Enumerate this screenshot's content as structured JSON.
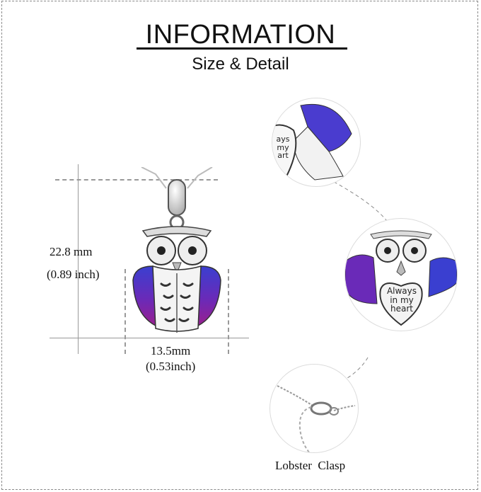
{
  "header": {
    "title": "INFORMATION",
    "subtitle": "Size & Detail"
  },
  "dimensions": {
    "height_mm": "22.8 mm",
    "height_inch": "(0.89 inch)",
    "width_mm": "13.5mm",
    "width_inch": "(0.53inch)"
  },
  "details": {
    "engraving_lines": [
      "Always",
      "in my",
      "heart"
    ],
    "engraving_partial_lines": [
      "ays",
      "my",
      "art"
    ],
    "clasp_label": "Lobster  Clasp"
  },
  "colors": {
    "enamel_blue": "#3a3fc8",
    "enamel_purple": "#8a1f9a",
    "silver": "#c8c8c8",
    "guide_lines": "#999999"
  }
}
